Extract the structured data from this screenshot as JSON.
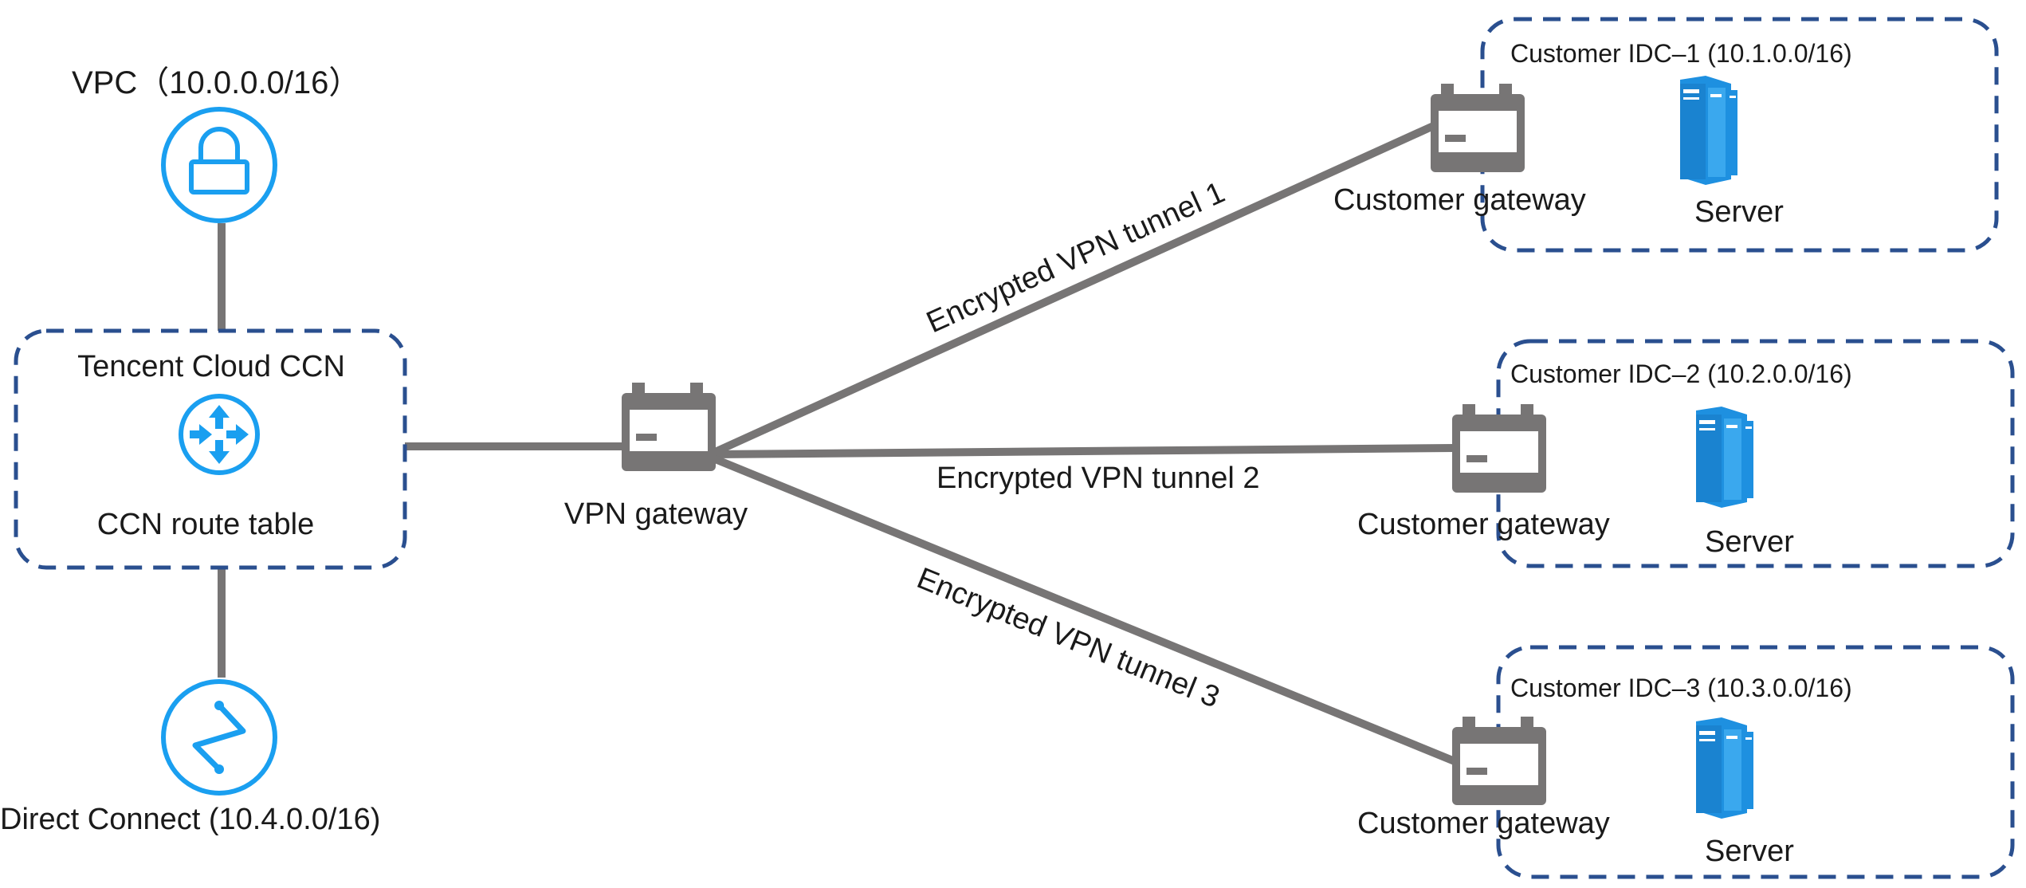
{
  "vpc": {
    "label": "VPC（10.0.0.0/16）",
    "icon": "lock-icon"
  },
  "ccn": {
    "title": "Tencent Cloud CCN",
    "route_table": "CCN route table",
    "icon": "router-icon"
  },
  "direct_connect": {
    "label": "Direct Connect (10.4.0.0/16)",
    "icon": "direct-connect-icon"
  },
  "vpn_gateway": {
    "label": "VPN gateway",
    "icon": "gateway-icon"
  },
  "tunnels": [
    {
      "label": "Encrypted VPN tunnel 1"
    },
    {
      "label": "Encrypted VPN tunnel 2"
    },
    {
      "label": "Encrypted VPN tunnel 3"
    }
  ],
  "idcs": [
    {
      "title": "Customer IDC–1 (10.1.0.0/16)",
      "gateway": "Customer gateway",
      "server": "Server"
    },
    {
      "title": "Customer IDC–2 (10.2.0.0/16)",
      "gateway": "Customer gateway",
      "server": "Server"
    },
    {
      "title": "Customer IDC–3 (10.3.0.0/16)",
      "gateway": "Customer gateway",
      "server": "Server"
    }
  ],
  "colors": {
    "line": "#777575",
    "dashed_border": "#2a4f8f",
    "icon_blue": "#1a9ff0",
    "server_blue": "#1e90e0"
  }
}
